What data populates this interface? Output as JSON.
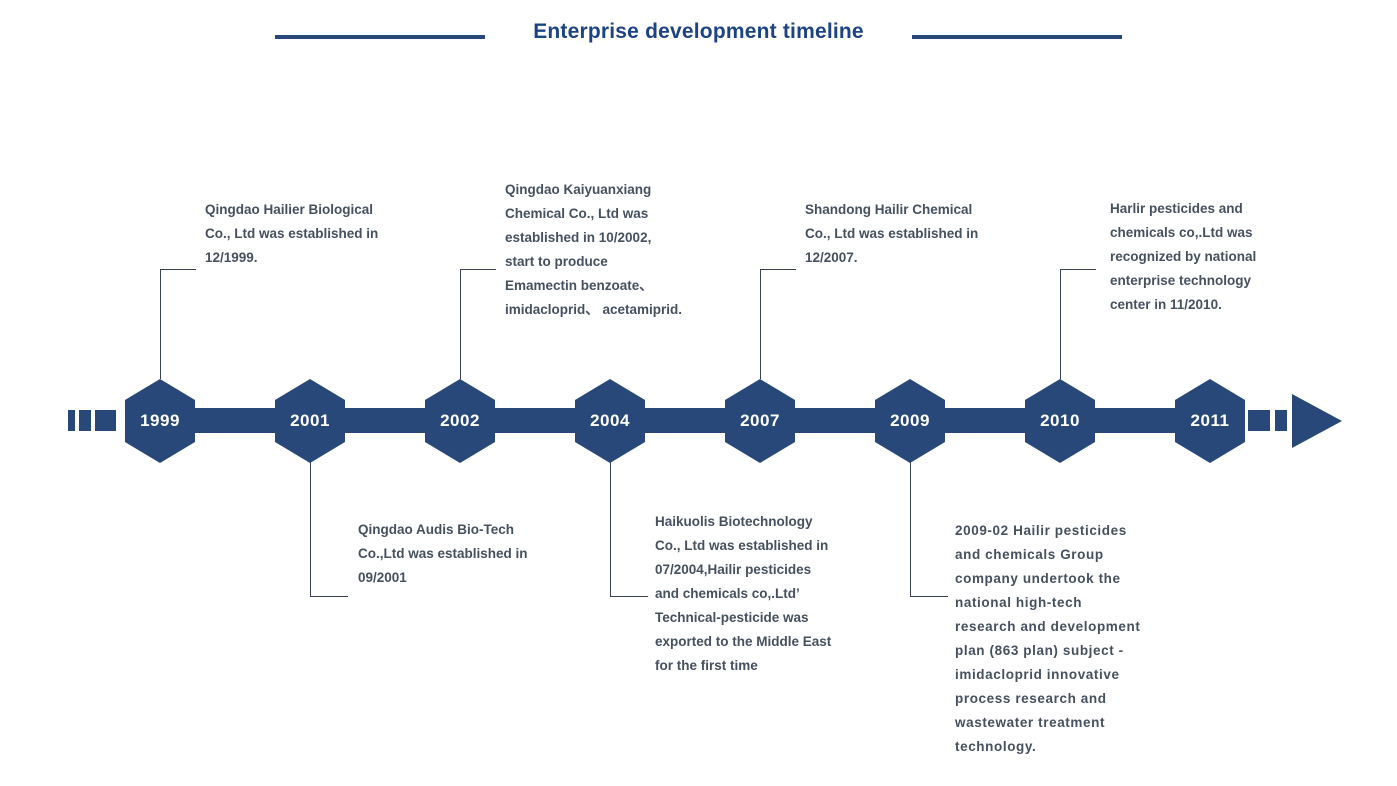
{
  "header": {
    "title": "Enterprise development timeline"
  },
  "colors": {
    "navy": "#274878",
    "title_blue": "#1c4383",
    "body_text": "#46505f",
    "connector_line": "#39414f",
    "year_text": "#ffffff"
  },
  "timeline": {
    "events": [
      {
        "year": "1999",
        "side": "top",
        "lines": [
          "Qingdao Hailier Biological",
          "Co., Ltd was established in",
          "12/1999."
        ]
      },
      {
        "year": "2001",
        "side": "bottom",
        "lines": [
          "Qingdao Audis Bio-Tech",
          "Co.,Ltd was established in",
          "09/2001"
        ]
      },
      {
        "year": "2002",
        "side": "top",
        "lines": [
          "Qingdao Kaiyuanxiang",
          "Chemical Co., Ltd was",
          "established in 10/2002,",
          "start to produce",
          "Emamectin benzoate、",
          "imidacloprid、 acetamiprid."
        ]
      },
      {
        "year": "2004",
        "side": "bottom",
        "lines": [
          "Haikuolis Biotechnology",
          "Co., Ltd was established in",
          "07/2004,Hailir pesticides",
          "and chemicals co,.Ltd’",
          "Technical-pesticide was",
          "exported to the Middle East",
          "for the first time"
        ]
      },
      {
        "year": "2007",
        "side": "top",
        "lines": [
          "Shandong Hailir Chemical",
          "Co., Ltd was established in",
          "12/2007."
        ]
      },
      {
        "year": "2009",
        "side": "bottom",
        "lines": [
          "2009-02 Hailir pesticides",
          "and chemicals Group",
          "company undertook the",
          "national high-tech",
          "research and development",
          "plan (863 plan) subject -",
          "imidacloprid innovative",
          "process research and",
          "wastewater treatment",
          "technology."
        ]
      },
      {
        "year": "2010",
        "side": "top",
        "lines": [
          "Harlir pesticides and",
          "chemicals co,.Ltd was",
          "recognized by national",
          "enterprise technology",
          "center in 11/2010."
        ]
      },
      {
        "year": "2011",
        "side": "none",
        "lines": []
      }
    ]
  }
}
